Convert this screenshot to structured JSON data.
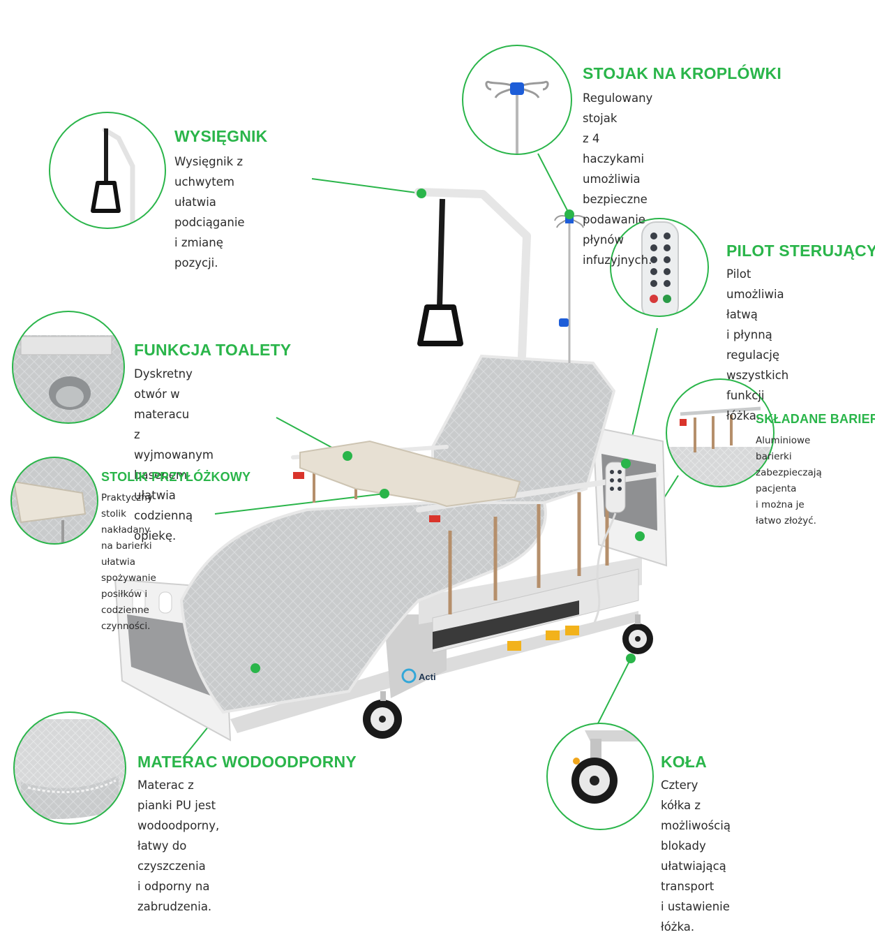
{
  "brand": {
    "logo_text": "Acti"
  },
  "colors": {
    "accent": "#2ab54a",
    "text": "#2b2b2b",
    "background": "#ffffff"
  },
  "features": [
    {
      "id": "wysiegnik",
      "title": "WYSIĘGNIK",
      "description": "Wysięgnik z uchwytem\nułatwia podciąganie\ni zmianę pozycji.",
      "icon": "trapeze-handle-icon"
    },
    {
      "id": "stojak",
      "title": "STOJAK NA KROPLÓWKI",
      "description": "Regulowany stojak\nz 4 haczykami umożliwia\nbezpieczne podawanie\npłynów infuzyjnych.",
      "icon": "iv-pole-icon"
    },
    {
      "id": "pilot",
      "title": "PILOT STERUJĄCY",
      "description": "Pilot umożliwia łatwą\ni płynną regulację\nwszystkich funkcji łóżka.",
      "icon": "remote-control-icon"
    },
    {
      "id": "toaleta",
      "title": "FUNKCJA TOALETY",
      "description": "Dyskretny otwór w materacu\nz wyjmowanym basenem\nułatwia codzienną opiekę.",
      "icon": "toilet-opening-icon"
    },
    {
      "id": "bariery",
      "title": "SKŁADANE BARIERKI",
      "description": "Aluminiowe barierki\nzabezpieczają pacjenta\ni można je łatwo złożyć.",
      "icon": "side-rails-icon"
    },
    {
      "id": "stolik",
      "title": "STOLIK PRZYŁÓŻKOWY",
      "description": "Praktyczny stolik\nnakładany na barierki\nułatwia spożywanie\nposiłków i codzienne\nczynności.",
      "icon": "bed-table-icon"
    },
    {
      "id": "materac",
      "title": "MATERAC WODOODPORNY",
      "description": "Materac z pianki PU jest\nwodoodporny, łatwy do czyszczenia\ni odporny na zabrudzenia.",
      "icon": "mattress-icon"
    },
    {
      "id": "kola",
      "title": "KOŁA",
      "description": "Cztery kółka z możliwością\nblokady ułatwiającą transport\ni ustawienie łóżka.",
      "icon": "caster-wheel-icon"
    }
  ]
}
